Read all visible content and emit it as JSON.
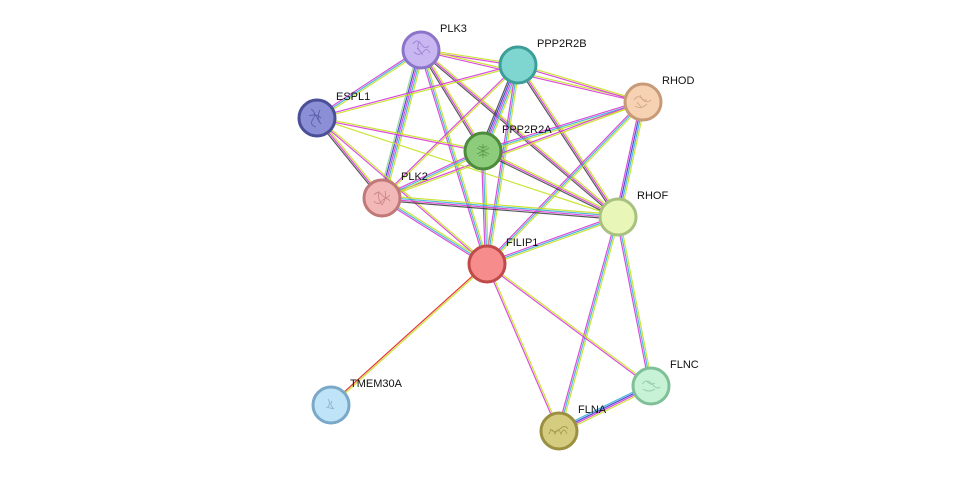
{
  "network": {
    "evidence_colors": {
      "textmining": "#c7e022",
      "coexpression": "#222222",
      "experimental": "#d63ad6",
      "database": "#3ab0d6",
      "homology": "#3a3ad6",
      "fusion": "#e02020",
      "neighborhood": "#e0e040",
      "extra": "#8cd68c"
    },
    "nodes": [
      {
        "id": "PLK3",
        "label": "PLK3",
        "fill": "#c9b7f2",
        "stroke": "#8c74c8",
        "icon": "protein-structure"
      },
      {
        "id": "PPP2R2B",
        "label": "PPP2R2B",
        "fill": "#7fd6d0",
        "stroke": "#3c9e98",
        "icon": "none"
      },
      {
        "id": "RHOD",
        "label": "RHOD",
        "fill": "#f7d2b2",
        "stroke": "#c79a78",
        "icon": "protein-structure"
      },
      {
        "id": "ESPL1",
        "label": "ESPL1",
        "fill": "#8a8fd6",
        "stroke": "#4a4f98",
        "icon": "protein-structure"
      },
      {
        "id": "PPP2R2A",
        "label": "PPP2R2A",
        "fill": "#8ccc7a",
        "stroke": "#4c8a3c",
        "icon": "protein-structure"
      },
      {
        "id": "PLK2",
        "label": "PLK2",
        "fill": "#f2b8b8",
        "stroke": "#c07878",
        "icon": "protein-structure"
      },
      {
        "id": "RHOF",
        "label": "RHOF",
        "fill": "#e8f7b8",
        "stroke": "#a8c080",
        "icon": "none"
      },
      {
        "id": "FILIP1",
        "label": "FILIP1",
        "fill": "#f78c8c",
        "stroke": "#c04a4a",
        "icon": "none"
      },
      {
        "id": "TMEM30A",
        "label": "TMEM30A",
        "fill": "#bfe3f7",
        "stroke": "#7aa8c8",
        "icon": "protein-structure"
      },
      {
        "id": "FLNC",
        "label": "FLNC",
        "fill": "#c7f2d6",
        "stroke": "#80c098",
        "icon": "protein-structure"
      },
      {
        "id": "FLNA",
        "label": "FLNA",
        "fill": "#d6cc7f",
        "stroke": "#9a9040",
        "icon": "protein-structure"
      }
    ],
    "edges": [
      {
        "source": "PLK3",
        "target": "PPP2R2B",
        "evidence": [
          "textmining",
          "experimental"
        ]
      },
      {
        "source": "PLK3",
        "target": "RHOD",
        "evidence": [
          "textmining",
          "experimental"
        ]
      },
      {
        "source": "PLK3",
        "target": "ESPL1",
        "evidence": [
          "textmining",
          "database",
          "experimental"
        ]
      },
      {
        "source": "PLK3",
        "target": "PPP2R2A",
        "evidence": [
          "textmining",
          "experimental",
          "coexpression"
        ]
      },
      {
        "source": "PLK3",
        "target": "PLK2",
        "evidence": [
          "textmining",
          "database",
          "experimental",
          "homology",
          "extra"
        ]
      },
      {
        "source": "PLK3",
        "target": "RHOF",
        "evidence": [
          "textmining",
          "experimental",
          "coexpression"
        ]
      },
      {
        "source": "PLK3",
        "target": "FILIP1",
        "evidence": [
          "textmining",
          "database",
          "experimental"
        ]
      },
      {
        "source": "PPP2R2B",
        "target": "RHOD",
        "evidence": [
          "textmining",
          "experimental"
        ]
      },
      {
        "source": "PPP2R2B",
        "target": "ESPL1",
        "evidence": [
          "textmining",
          "experimental"
        ]
      },
      {
        "source": "PPP2R2B",
        "target": "PPP2R2A",
        "evidence": [
          "textmining",
          "database",
          "experimental",
          "homology",
          "coexpression"
        ]
      },
      {
        "source": "PPP2R2B",
        "target": "PLK2",
        "evidence": [
          "textmining",
          "experimental"
        ]
      },
      {
        "source": "PPP2R2B",
        "target": "RHOF",
        "evidence": [
          "textmining",
          "experimental",
          "coexpression"
        ]
      },
      {
        "source": "PPP2R2B",
        "target": "FILIP1",
        "evidence": [
          "textmining",
          "database",
          "experimental"
        ]
      },
      {
        "source": "RHOD",
        "target": "PPP2R2A",
        "evidence": [
          "textmining",
          "database",
          "experimental"
        ]
      },
      {
        "source": "RHOD",
        "target": "PLK2",
        "evidence": [
          "textmining",
          "experimental"
        ]
      },
      {
        "source": "RHOD",
        "target": "RHOF",
        "evidence": [
          "textmining",
          "database",
          "homology",
          "experimental"
        ]
      },
      {
        "source": "RHOD",
        "target": "FILIP1",
        "evidence": [
          "textmining",
          "database",
          "experimental"
        ]
      },
      {
        "source": "ESPL1",
        "target": "PPP2R2A",
        "evidence": [
          "textmining",
          "experimental"
        ]
      },
      {
        "source": "ESPL1",
        "target": "PLK2",
        "evidence": [
          "textmining",
          "experimental",
          "coexpression"
        ]
      },
      {
        "source": "ESPL1",
        "target": "RHOF",
        "evidence": [
          "textmining"
        ]
      },
      {
        "source": "ESPL1",
        "target": "FILIP1",
        "evidence": [
          "textmining",
          "experimental"
        ]
      },
      {
        "source": "PPP2R2A",
        "target": "PLK2",
        "evidence": [
          "textmining",
          "database",
          "experimental"
        ]
      },
      {
        "source": "PPP2R2A",
        "target": "RHOF",
        "evidence": [
          "textmining",
          "experimental",
          "coexpression"
        ]
      },
      {
        "source": "PPP2R2A",
        "target": "FILIP1",
        "evidence": [
          "textmining",
          "database",
          "experimental"
        ]
      },
      {
        "source": "PLK2",
        "target": "RHOF",
        "evidence": [
          "textmining",
          "database",
          "experimental",
          "coexpression"
        ]
      },
      {
        "source": "PLK2",
        "target": "FILIP1",
        "evidence": [
          "textmining",
          "database",
          "experimental"
        ]
      },
      {
        "source": "RHOF",
        "target": "FILIP1",
        "evidence": [
          "textmining",
          "database",
          "experimental"
        ]
      },
      {
        "source": "RHOF",
        "target": "FLNC",
        "evidence": [
          "textmining",
          "database",
          "experimental"
        ]
      },
      {
        "source": "RHOF",
        "target": "FLNA",
        "evidence": [
          "textmining",
          "database",
          "experimental"
        ]
      },
      {
        "source": "FILIP1",
        "target": "TMEM30A",
        "evidence": [
          "textmining",
          "fusion"
        ]
      },
      {
        "source": "FILIP1",
        "target": "FLNA",
        "evidence": [
          "textmining",
          "experimental"
        ]
      },
      {
        "source": "FILIP1",
        "target": "FLNC",
        "evidence": [
          "textmining",
          "experimental"
        ]
      },
      {
        "source": "FLNA",
        "target": "FLNC",
        "evidence": [
          "database",
          "homology",
          "experimental",
          "textmining"
        ]
      }
    ]
  }
}
